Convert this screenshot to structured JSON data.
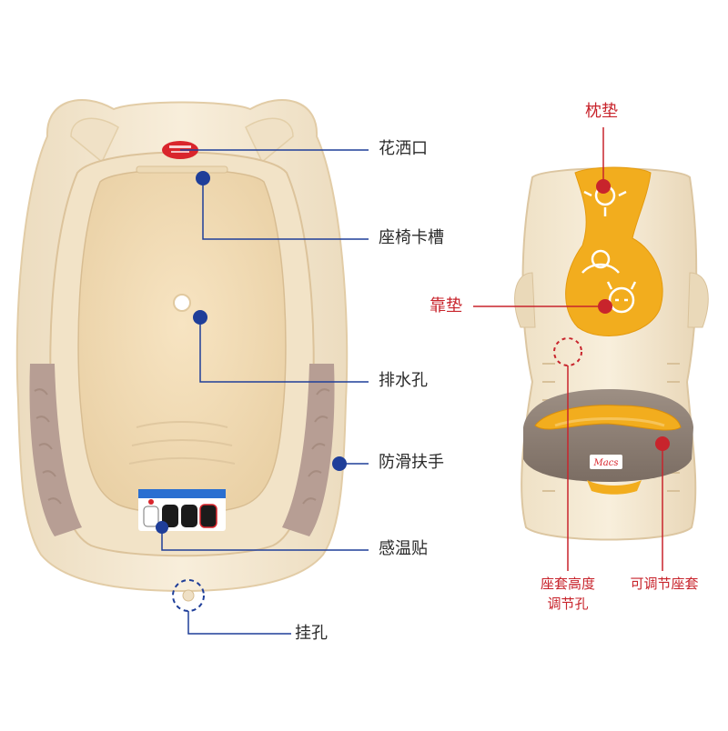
{
  "tub_labels": {
    "shower_port": "花洒口",
    "seat_slot": "座椅卡槽",
    "drain_hole": "排水孔",
    "antislip_handle": "防滑扶手",
    "temp_sticker": "感温贴",
    "hang_hole": "挂孔"
  },
  "seat_labels": {
    "pillow": "枕垫",
    "back_pad": "靠垫",
    "adjust_hole_line1": "座套高度",
    "adjust_hole_line2": "调节孔",
    "adjustable_seat": "可调节座套"
  },
  "logo_text": "Macs",
  "colors": {
    "tub_cream": "#f4e6cc",
    "tub_inner": "#f3dfbd",
    "handle_mauve": "#b79e94",
    "pad_orange": "#f2ad1e",
    "seat_taupe": "#8f8178",
    "blue_marker": "#1f3e99",
    "red_marker": "#c8242c"
  }
}
